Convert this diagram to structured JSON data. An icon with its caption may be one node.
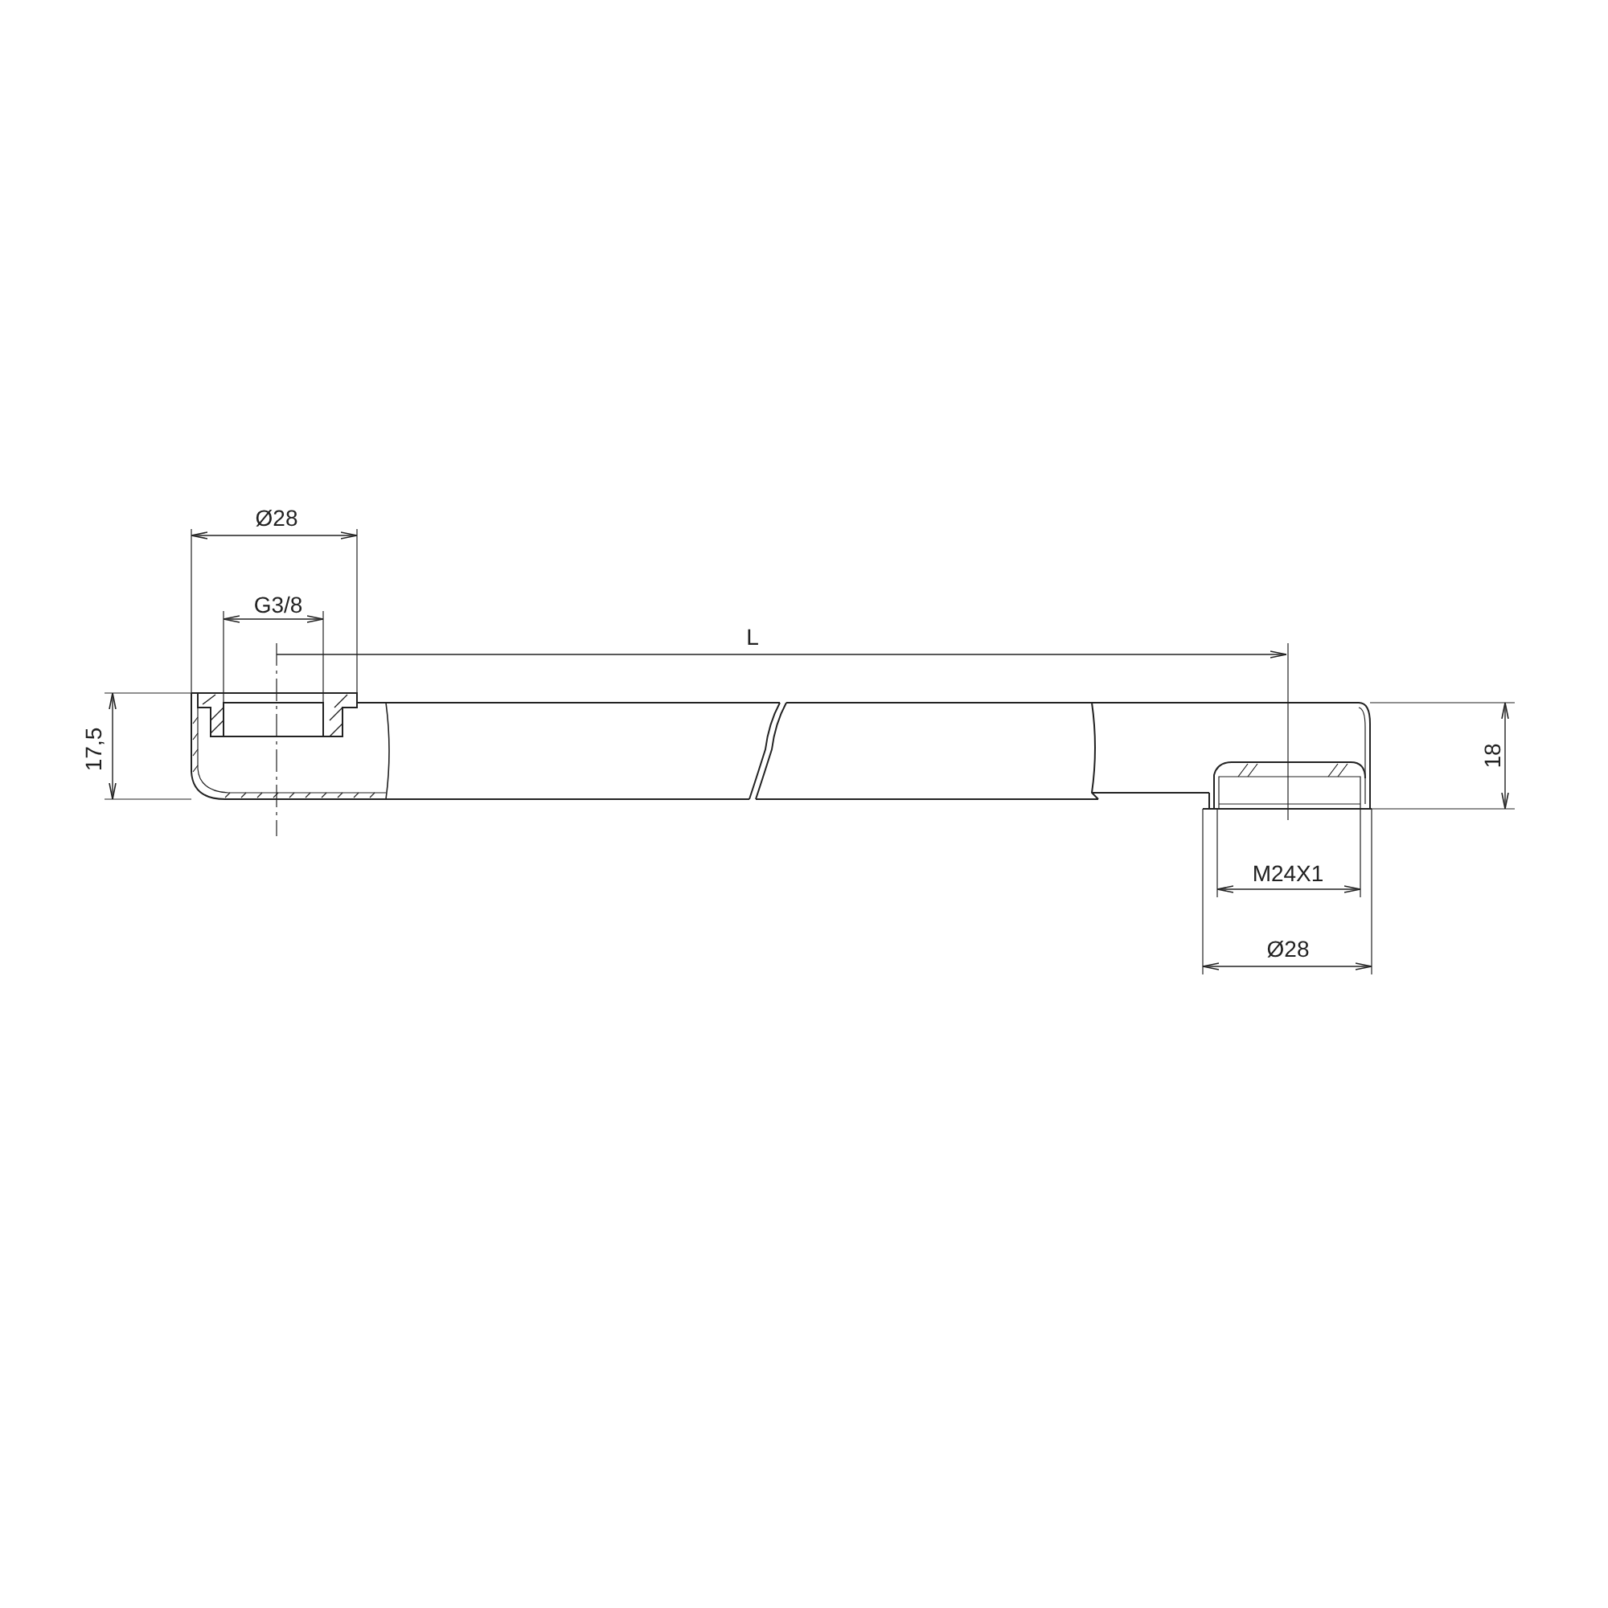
{
  "diagram": {
    "labels": [
      "Ø28",
      "G3/8",
      "L",
      "17,5",
      "18",
      "M24X1",
      "Ø28"
    ]
  }
}
